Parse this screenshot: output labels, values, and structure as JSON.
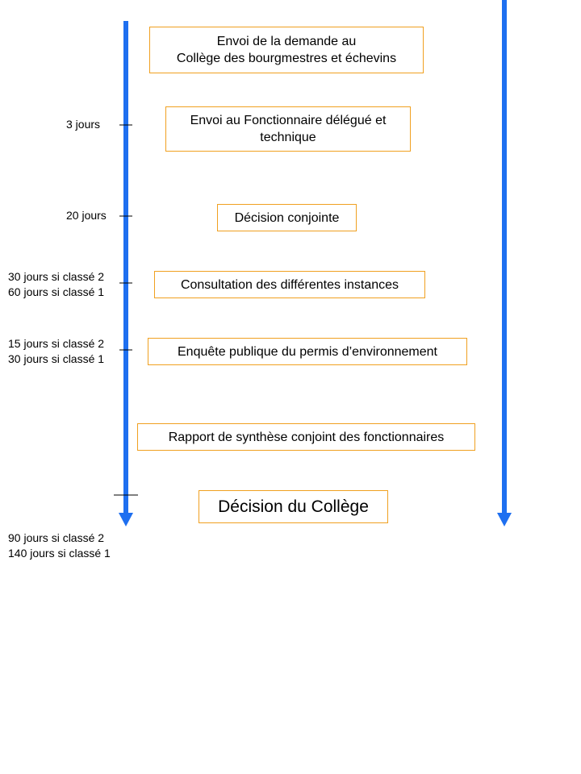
{
  "colors": {
    "arrow": "#1e6ff0",
    "box_border": "#f0a020",
    "tick": "#000000"
  },
  "steps": {
    "s1": {
      "line1": "Envoi de la demande au",
      "line2": "Collège des bourgmestres et échevins"
    },
    "s2": {
      "line1": "Envoi au Fonctionnaire délégué et",
      "line2": "technique"
    },
    "s3": "Décision conjointe",
    "s4": "Consultation des différentes instances",
    "s5": "Enquête publique du permis d’environnement",
    "s6": "Rapport de synthèse conjoint des fonctionnaires",
    "s7": "Décision du Collège"
  },
  "timeline": {
    "t1": "3 jours",
    "t2": "20 jours",
    "t3": {
      "line1": "30 jours si classé 2",
      "line2": "60 jours si classé 1"
    },
    "t4": {
      "line1": "15 jours si classé 2",
      "line2": "30 jours si classé 1"
    },
    "t5": {
      "line1": "90 jours si classé 2",
      "line2": "140 jours si classé 1"
    }
  }
}
